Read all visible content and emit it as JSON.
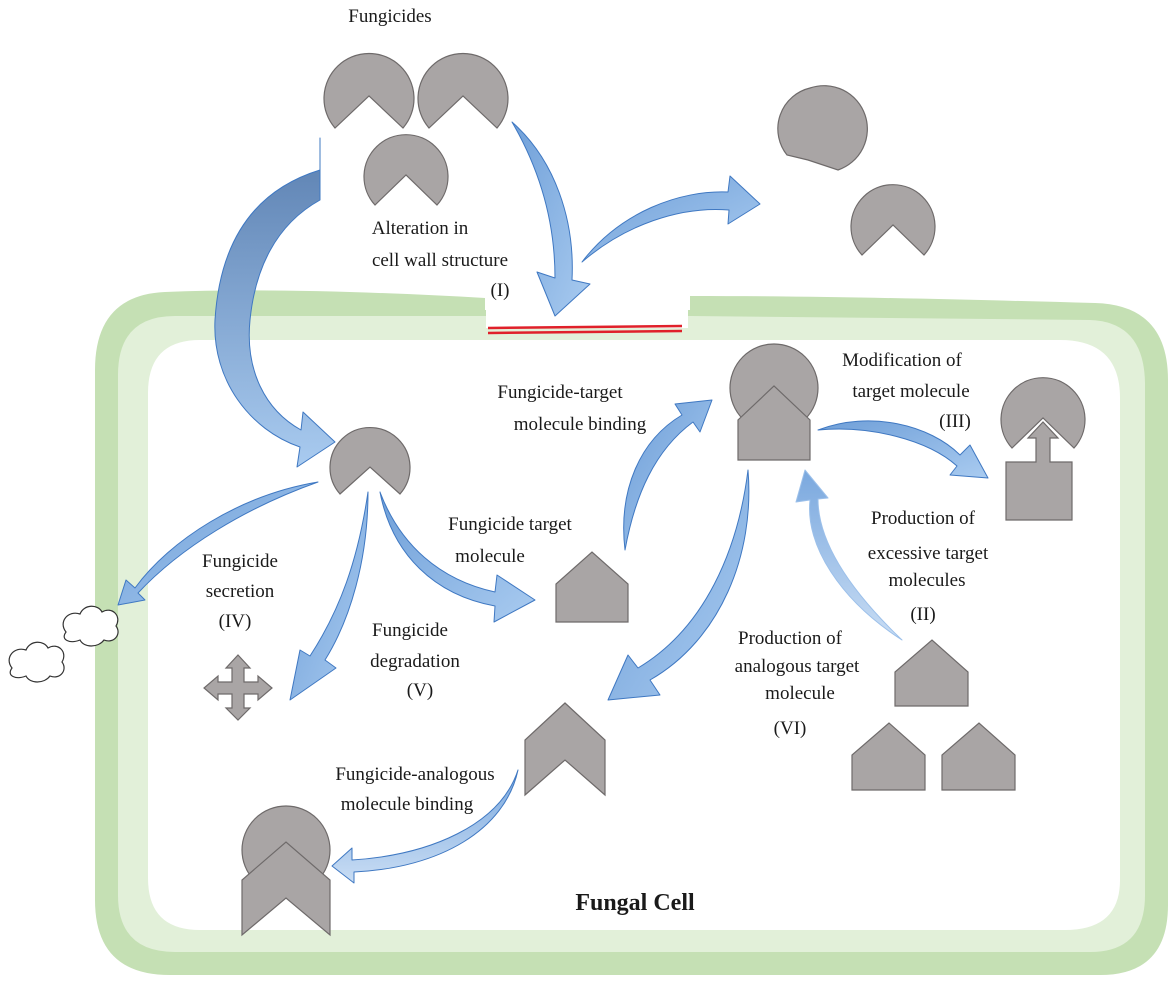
{
  "labels": {
    "fungicides": "Fungicides",
    "alteration_1": "Alteration in",
    "alteration_2": "cell wall structure",
    "alteration_num": "(I)",
    "binding_1": "Fungicide-target",
    "binding_2": "molecule binding",
    "modification_1": "Modification of",
    "modification_2": "target  molecule",
    "modification_num": "(III)",
    "target_1": "Fungicide target",
    "target_2": "molecule",
    "excess_1": "Production of",
    "excess_2": "excessive target",
    "excess_3": "molecules",
    "excess_num": "(II)",
    "secretion_1": "Fungicide",
    "secretion_2": "secretion",
    "secretion_num": "(IV)",
    "degradation_1": "Fungicide",
    "degradation_2": "degradation",
    "degradation_num": "(V)",
    "analogous_1": "Production of",
    "analogous_2": "analogous target",
    "analogous_3": "molecule",
    "analogous_num": "(VI)",
    "analog_binding_1": "Fungicide-analogous",
    "analog_binding_2": "molecule binding",
    "cell": "Fungal Cell"
  },
  "colors": {
    "cell_outer": "#c5e0b4",
    "cell_inner": "#e2f0d9",
    "shape_fill": "#a9a5a5",
    "shape_stroke": "#6e6a6a",
    "arrow_fill": "#8fb8e6",
    "arrow_stroke": "#3f78c2",
    "breach": "#e0202a"
  }
}
